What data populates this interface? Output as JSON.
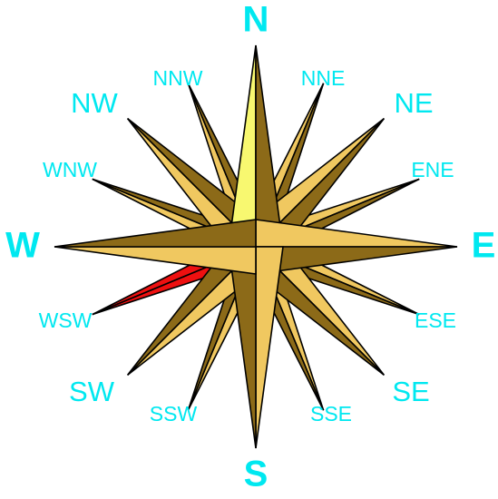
{
  "labels": {
    "n": "N",
    "e": "E",
    "s": "S",
    "w": "W",
    "ne": "NE",
    "se": "SE",
    "sw": "SW",
    "nw": "NW",
    "nne": "NNE",
    "ene": "ENE",
    "ese": "ESE",
    "sse": "SSE",
    "ssw": "SSW",
    "wsw": "WSW",
    "wnw": "WNW",
    "nnw": "NNW"
  },
  "colors": {
    "label": "#00e8f0",
    "light_face": "#f0c860",
    "dark_face": "#8c6a18",
    "north_light": "#f8f870",
    "highlight": "#ee1010",
    "outline": "#000000"
  },
  "highlighted_point": "wsw"
}
